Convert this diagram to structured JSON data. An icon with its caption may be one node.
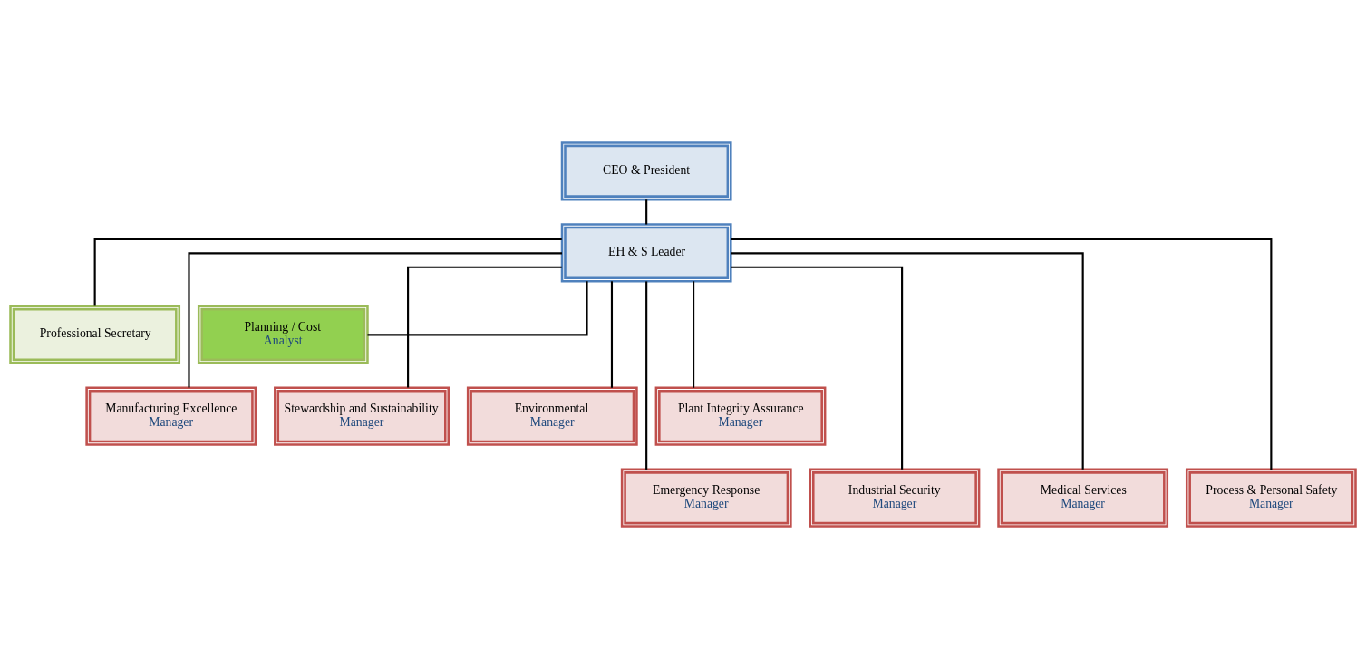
{
  "diagram": {
    "nodes": [
      {
        "text": [
          "CEO & President"
        ]
      },
      {
        "text": [
          "EH & S Leader"
        ]
      },
      {
        "text": [
          "Professional Secretary"
        ]
      },
      {
        "text": [
          "Planning / Cost",
          "Analyst"
        ]
      },
      {
        "text": [
          "Manufacturing Excellence",
          "Manager"
        ]
      },
      {
        "text": [
          "Stewardship and Sustainability",
          "Manager"
        ]
      },
      {
        "text": [
          "Environmental",
          "Manager"
        ]
      },
      {
        "text": [
          "Plant Integrity Assurance",
          "Manager"
        ]
      },
      {
        "text": [
          "Emergency Response",
          "Manager"
        ]
      },
      {
        "text": [
          "Industrial Security",
          "Manager"
        ]
      },
      {
        "text": [
          "Medical Services",
          "Manager"
        ]
      },
      {
        "text": [
          "Process & Personal Safety",
          "Manager"
        ]
      }
    ],
    "edges": [
      {
        "from": 0,
        "to": 1,
        "arrow": "none"
      },
      {
        "from": 1,
        "to": 2,
        "arrow": "none"
      },
      {
        "from": 1,
        "to": 3,
        "arrow": "none"
      },
      {
        "from": 1,
        "to": 4,
        "arrow": "none"
      },
      {
        "from": 1,
        "to": 5,
        "arrow": "none"
      },
      {
        "from": 1,
        "to": 6,
        "arrow": "none"
      },
      {
        "from": 1,
        "to": 7,
        "arrow": "none"
      },
      {
        "from": 1,
        "to": 8,
        "arrow": "none"
      },
      {
        "from": 1,
        "to": 9,
        "arrow": "none"
      },
      {
        "from": 1,
        "to": 10,
        "arrow": "none"
      },
      {
        "from": 1,
        "to": 11,
        "arrow": "none"
      }
    ]
  }
}
